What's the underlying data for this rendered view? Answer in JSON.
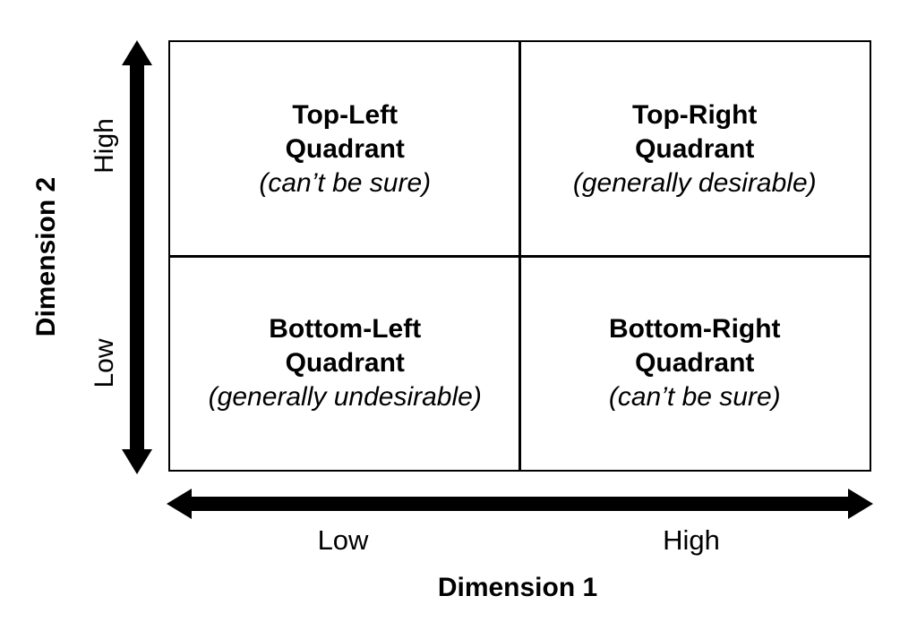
{
  "matrix": {
    "quadrants": [
      {
        "id": "top-left",
        "name": "Top-Left",
        "label": "Quadrant",
        "note": "(can’t be sure)"
      },
      {
        "id": "top-right",
        "name": "Top-Right",
        "label": "Quadrant",
        "note": "(generally desirable)"
      },
      {
        "id": "bottom-left",
        "name": "Bottom-Left",
        "label": "Quadrant",
        "note": "(generally undesirable)"
      },
      {
        "id": "bottom-right",
        "name": "Bottom-Right",
        "label": "Quadrant",
        "note": "(can’t be sure)"
      }
    ]
  },
  "y_axis": {
    "title": "Dimension 2",
    "high_label": "High",
    "low_label": "Low"
  },
  "x_axis": {
    "title": "Dimension 1",
    "low_label": "Low",
    "high_label": "High"
  },
  "colors": {
    "foreground": "#000000",
    "background": "#ffffff"
  }
}
